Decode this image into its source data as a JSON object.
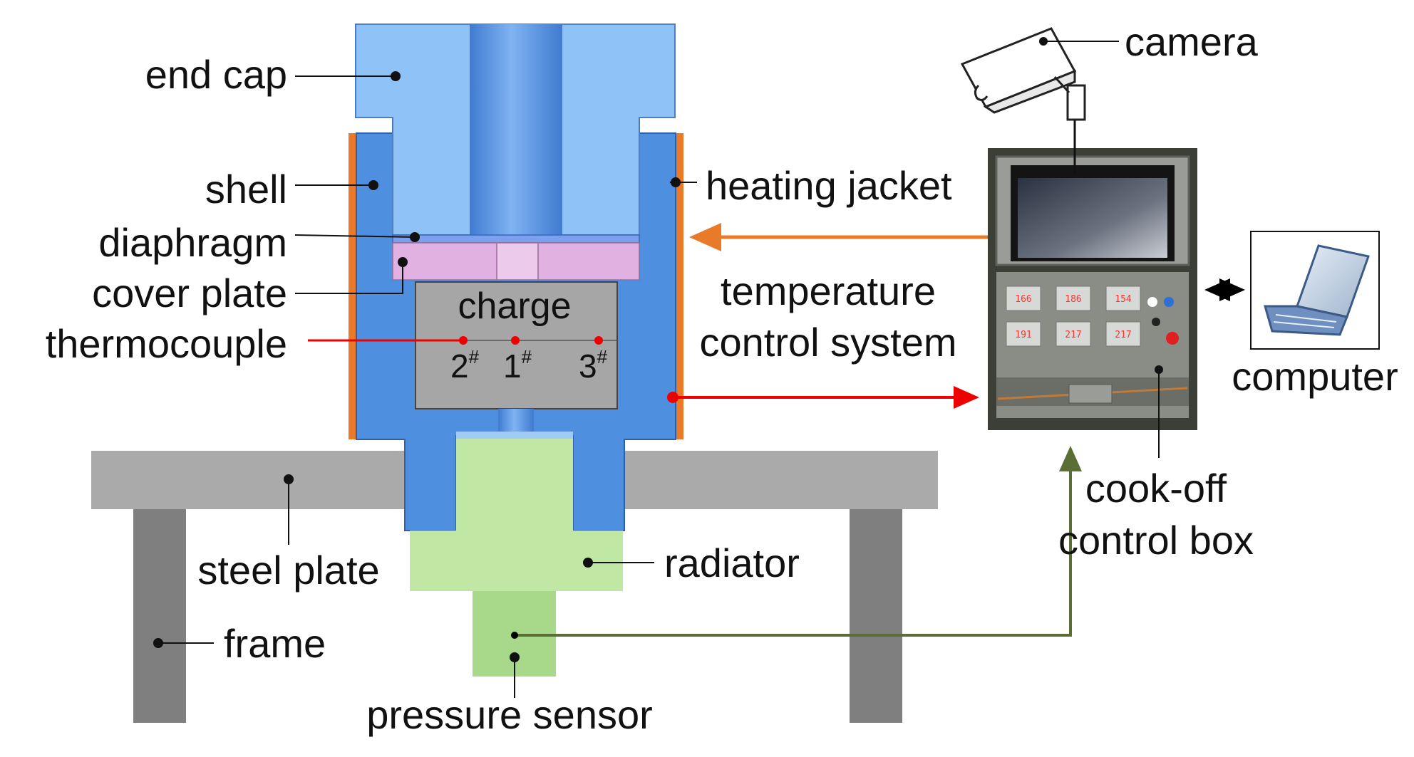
{
  "labels": {
    "end_cap": "end cap",
    "shell": "shell",
    "diaphragm": "diaphragm",
    "cover_plate": "cover plate",
    "thermocouple": "thermocouple",
    "charge": "charge",
    "tc2": "2",
    "tc1": "1",
    "tc3": "3",
    "tc_mark": "#",
    "heating_jacket": "heating jacket",
    "temperature_control_line1": "temperature",
    "temperature_control_line2": "control system",
    "camera": "camera",
    "computer": "computer",
    "cookoff_line1": "cook-off",
    "cookoff_line2": "control box",
    "steel_plate": "steel plate",
    "frame": "frame",
    "radiator": "radiator",
    "pressure_sensor": "pressure sensor"
  },
  "control_panel_readouts": [
    "166",
    "186",
    "154",
    "191",
    "217",
    "217"
  ],
  "colors": {
    "end_cap": "#8fc3f7",
    "shell": "#4f8fe0",
    "heating_jacket": "#e87a2a",
    "diaphragm": "#7aa0ee",
    "cover_plate": "#e1b1e1",
    "charge": "#a6a6a6",
    "thermocouple": "#ee0000",
    "steel_plate": "#aaaaaa",
    "frame": "#7f7f7f",
    "radiator": "#c0e8a4",
    "pressure_sensor": "#a8d88a",
    "sensor_line": "#5a6e35"
  }
}
